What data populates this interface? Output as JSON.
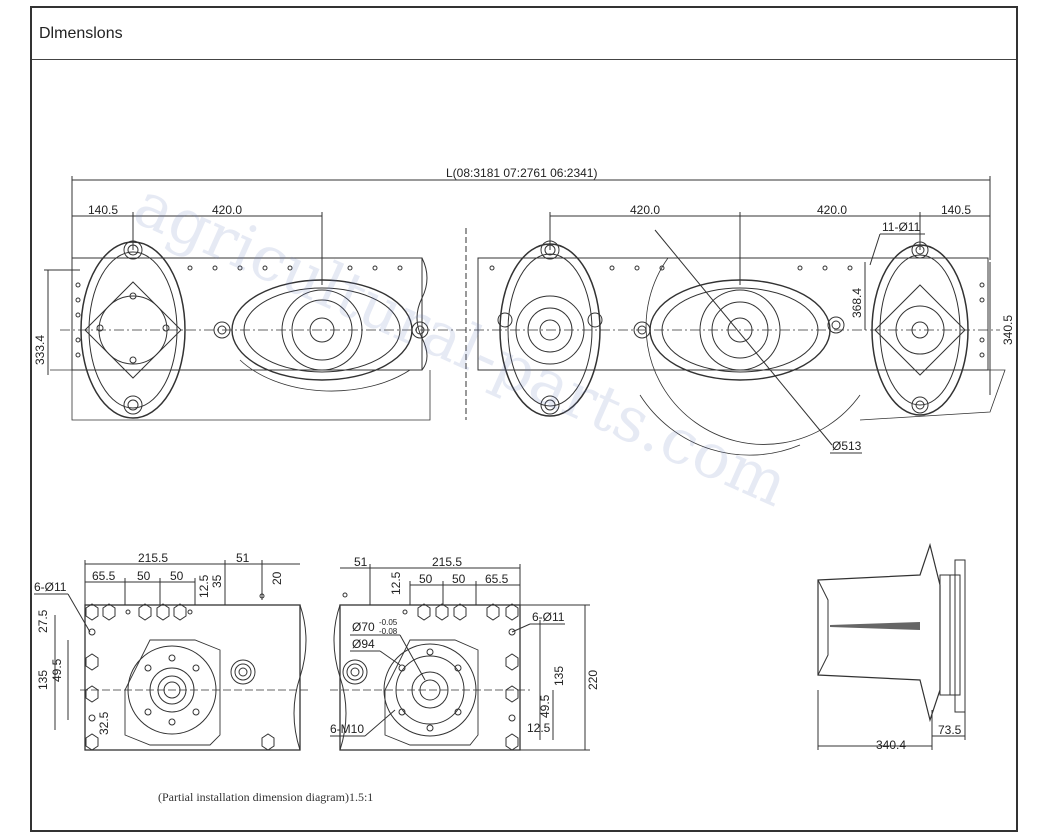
{
  "header": {
    "title": "Dlmenslons"
  },
  "caption": "(Partial installation dimension diagram)1.5:1",
  "watermark": "agricultural-parts.com",
  "top_view": {
    "overall_length": "L(08:3181  07:2761    06:2341)",
    "left_offset": "140.5",
    "left_spacing": "420.0",
    "mid_spacing_1": "420.0",
    "mid_spacing_2": "420.0",
    "right_offset": "140.5",
    "holes": "11-Ø11",
    "left_height": "333.4",
    "inner_height": "368.4",
    "right_height": "340.5",
    "disc_diameter": "Ø513"
  },
  "detail_left": {
    "width": "215.5",
    "offset": "51",
    "spacing_a": "65.5",
    "spacing_b": "50",
    "spacing_c": "50",
    "small_a": "12.5",
    "small_b": "35",
    "small_c": "20",
    "holes": "6-Ø11",
    "v1": "27.5",
    "v2": "135",
    "v3": "49.5",
    "v4": "32.5"
  },
  "detail_right": {
    "offset": "51",
    "width": "215.5",
    "small_a": "12.5",
    "spacing_b": "50",
    "spacing_c": "50",
    "spacing_a": "65.5",
    "bore": "Ø70",
    "tol_upper": "-0.05",
    "tol_lower": "-0.08",
    "flange": "Ø94",
    "holes": "6-Ø11",
    "threads": "6-M10",
    "v1": "135",
    "v2": "220",
    "v3": "49.5",
    "v4": "12.5"
  },
  "side_view": {
    "length": "340.4",
    "offset": "73.5"
  }
}
